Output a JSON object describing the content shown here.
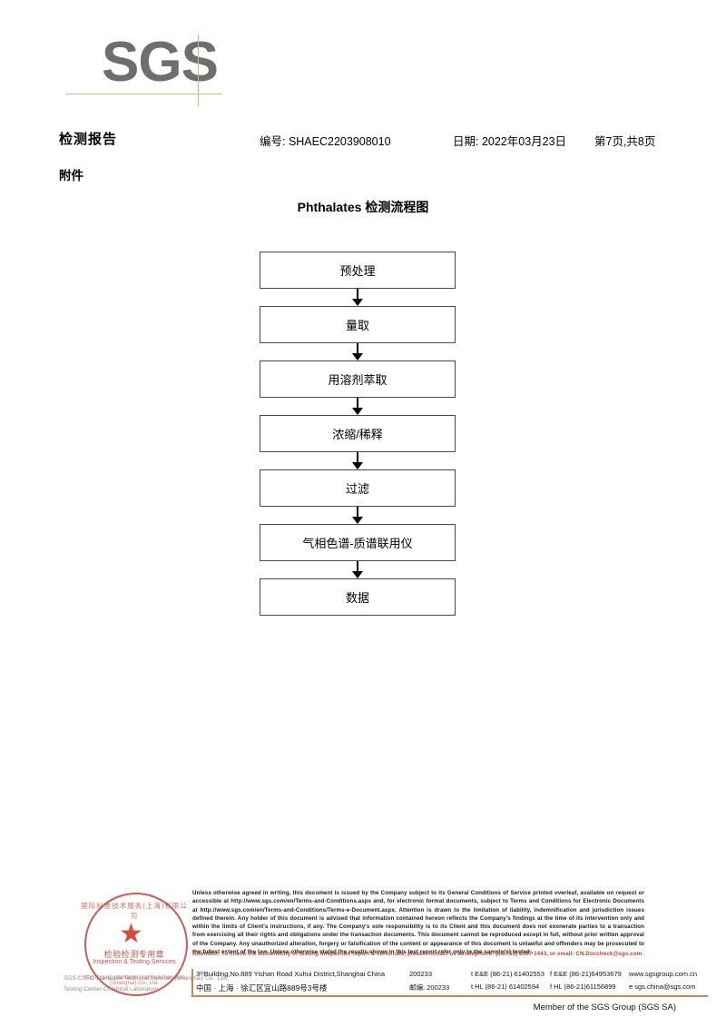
{
  "logo": {
    "text": "SGS",
    "rule_color": "#d8b68c"
  },
  "header": {
    "title": "检测报告",
    "report_no": "编号: SHAEC2203908010",
    "date": "日期: 2022年03月23日",
    "pages": "第7页,共8页",
    "attachment": "附件"
  },
  "flow": {
    "title": "Phthalates 检测流程图",
    "steps": [
      {
        "label": "预处理"
      },
      {
        "label": "量取"
      },
      {
        "label": "用溶剂萃取"
      },
      {
        "label": "浓缩/稀释"
      },
      {
        "label": "过滤"
      },
      {
        "label": "气相色谱-质谱联用仪"
      },
      {
        "label": "数据"
      }
    ]
  },
  "stamp": {
    "arc_top": "国际标准技术服务(上海)有限公司",
    "star": "★",
    "cn_label": "检验检测专用章",
    "en_label": "Inspection & Testing Services",
    "arc_bottom": "SGS-CSTC Standards Technical Services (Shanghai) Co., Ltd.",
    "company_line_1": "SGS-CSTC Standards Technical Services (Shanghai) Co., Ltd.",
    "company_line_2": "Testing Center-Chemical Laboratory.",
    "color": "#c0392b"
  },
  "footer": {
    "legal": "Unless otherwise agreed in writing, this document is issued by the Company subject to its General Conditions of Service printed overleaf, available on request or accessible at http://www.sgs.com/en/Terms-and-Conditions.aspx and, for electronic format documents, subject to Terms and Conditions for Electronic Documents at http://www.sgs.com/en/Terms-and-Conditions/Terms-e-Document.aspx. Attention is drawn to the limitation of liability, indemnification and jurisdiction issues defined therein. Any holder of this document is advised that information contained hereon reflects the Company's findings at the time of its intervention only and within the limits of Client's instructions, if any. The Company's sole responsibility is to its Client and this document does not exonerate parties to a transaction from exercising all their rights and obligations under the transaction documents. This document cannot be reproduced except in full, without prior written approval of the Company. Any unauthorized alteration, forgery or falsification of the content or appearance of this document is unlawful and offenders may be prosecuted to the fullest extent of the law. Unless otherwise stated the results shown in this test report refer only to the sample(s) tested .",
    "attention": "Attention: To check the authenticity of testing /inspection report & certificate, please contact us at telephone: (86-755) 8307 1443, or email: CN.Doccheck@sgs.com",
    "attention_color": "#b5462e",
    "address_en": {
      "street": "3ᵗʰBuilding,No.889 Yishan Road Xuhui District,Shanghai China",
      "zip": "200233",
      "tel": "t E&E (86-21) 61402553",
      "fax": "f E&E (86-21)64953679",
      "web": "www.sgsgroup.com.cn"
    },
    "address_cn": {
      "street": "中国 · 上海 · 徐汇区宜山路889号3号楼",
      "zip": "邮编: 200233",
      "tel": "t HL (86-21) 61402594",
      "fax": "f HL (86-21)61156899",
      "web": "e sgs.china@sgs.com"
    },
    "member": "Member of the SGS Group (SGS SA)",
    "rule_color": "#c8884f"
  }
}
